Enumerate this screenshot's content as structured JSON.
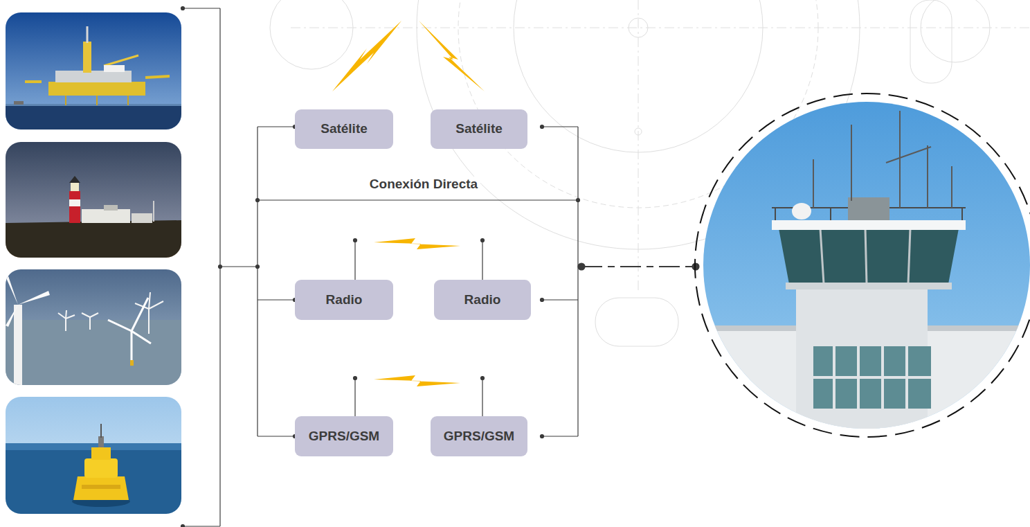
{
  "diagram": {
    "nodes": [
      {
        "text": [
          "Satélite"
        ]
      },
      {
        "text": [
          "Satélite"
        ]
      },
      {
        "text": [
          "Radio"
        ]
      },
      {
        "text": [
          "Radio"
        ]
      },
      {
        "text": [
          "GPRS/GSM"
        ]
      },
      {
        "text": [
          "GPRS/GSM"
        ]
      }
    ],
    "labels": [
      "Conexión Directa"
    ]
  }
}
